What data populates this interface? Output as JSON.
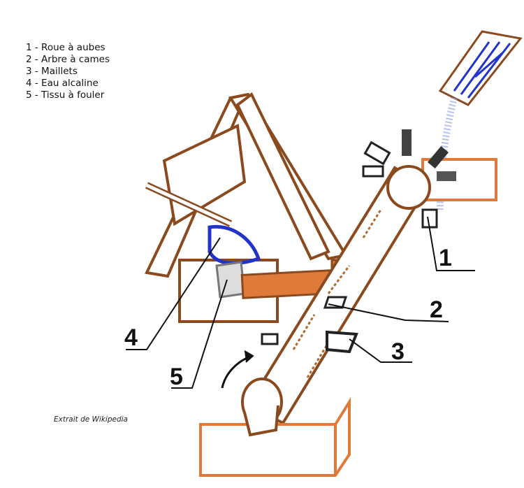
{
  "legend": [
    "1 - Roue à aubes",
    "2 - Arbre à cames",
    "3 - Maillets",
    "4 - Eau alcaline",
    "5 - Tissu à fouler"
  ],
  "labels": [
    "1",
    "2",
    "3",
    "4",
    "5"
  ],
  "credit": "Extrait de Wikipedia",
  "colors": {
    "wood": "#8b4a1e",
    "block": "#e07a3a",
    "water": "#2233cc",
    "ink": "#111111"
  }
}
